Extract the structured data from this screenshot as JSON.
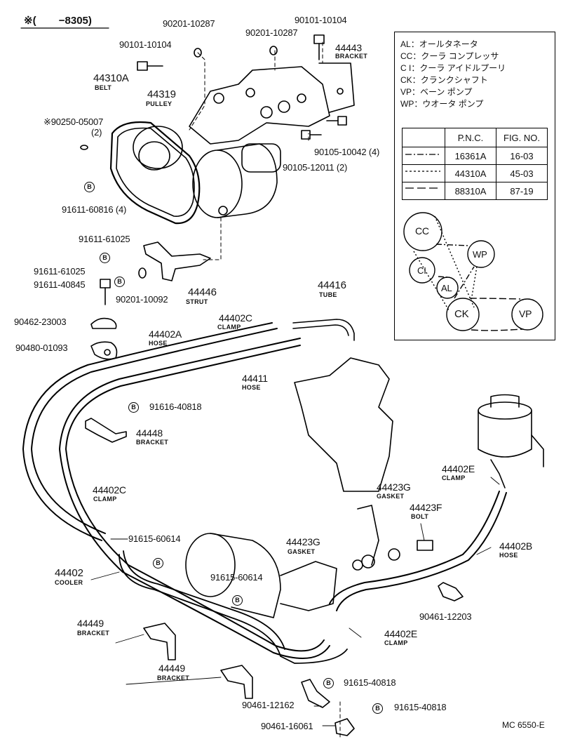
{
  "header": {
    "mark": "※(",
    "range": "−8305)"
  },
  "legend": {
    "abbrev": [
      {
        "code": "AL",
        "name": "オールタネータ"
      },
      {
        "code": "CC",
        "name": "クーラ コンプレッサ"
      },
      {
        "code": "C I",
        "name": "クーラ アイドルプーリ"
      },
      {
        "code": "CK",
        "name": "クランクシャフト"
      },
      {
        "code": "VP",
        "name": "ベーン ポンプ"
      },
      {
        "code": "WP",
        "name": "ウオータ ポンプ"
      }
    ],
    "table": {
      "headers": [
        "",
        "P.N.C.",
        "FIG. NO."
      ],
      "rows": [
        {
          "pnc": "16361A",
          "fig": "16-03"
        },
        {
          "pnc": "44310A",
          "fig": "45-03"
        },
        {
          "pnc": "88310A",
          "fig": "87-19"
        }
      ]
    },
    "belt_nodes": [
      "CC",
      "WP",
      "CI",
      "AL",
      "CK",
      "VP"
    ]
  },
  "labels": [
    {
      "text": "90201-10287"
    },
    {
      "text": "90101-10104"
    },
    {
      "text": "90101-10104"
    },
    {
      "text": "90201-10287"
    },
    {
      "text": "44443"
    },
    {
      "text": "44310A"
    },
    {
      "text": "44319"
    },
    {
      "text": "※90250-05007"
    },
    {
      "text": "(2)"
    },
    {
      "text": "90105-10042 (4)"
    },
    {
      "text": "90105-12011 (2)"
    },
    {
      "text": "91611-60816 (4)"
    },
    {
      "text": "91611-61025"
    },
    {
      "text": "91611-61025"
    },
    {
      "text": "91611-40845"
    },
    {
      "text": "90201-10092"
    },
    {
      "text": "44446"
    },
    {
      "text": "44416"
    },
    {
      "text": "90462-23003"
    },
    {
      "text": "44402C"
    },
    {
      "text": "44402A"
    },
    {
      "text": "90480-01093"
    },
    {
      "text": "44411"
    },
    {
      "text": "91616-40818"
    },
    {
      "text": "44448"
    },
    {
      "text": "44402E"
    },
    {
      "text": "44402C"
    },
    {
      "text": "44423G"
    },
    {
      "text": "44423F"
    },
    {
      "text": "91615-60614"
    },
    {
      "text": "44423G"
    },
    {
      "text": "44402B"
    },
    {
      "text": "44402"
    },
    {
      "text": "91615-60614"
    },
    {
      "text": "90461-12203"
    },
    {
      "text": "44449"
    },
    {
      "text": "44402E"
    },
    {
      "text": "44449"
    },
    {
      "text": "91615-40818"
    },
    {
      "text": "90461-12162"
    },
    {
      "text": "91615-40818"
    },
    {
      "text": "90461-16061"
    }
  ],
  "sublabels": [
    {
      "text": "BRACKET"
    },
    {
      "text": "BELT"
    },
    {
      "text": "PULLEY"
    },
    {
      "text": "STRUT"
    },
    {
      "text": "TUBE"
    },
    {
      "text": "CLAMP"
    },
    {
      "text": "HOSE"
    },
    {
      "text": "HOSE"
    },
    {
      "text": "BRACKET"
    },
    {
      "text": "CLAMP"
    },
    {
      "text": "CLAMP"
    },
    {
      "text": "GASKET"
    },
    {
      "text": "BOLT"
    },
    {
      "text": "GASKET"
    },
    {
      "text": "HOSE"
    },
    {
      "text": "COOLER"
    },
    {
      "text": "BRACKET"
    },
    {
      "text": "CLAMP"
    },
    {
      "text": "BRACKET"
    }
  ],
  "b_mark": "B",
  "figure_code": "MC 6550-E"
}
